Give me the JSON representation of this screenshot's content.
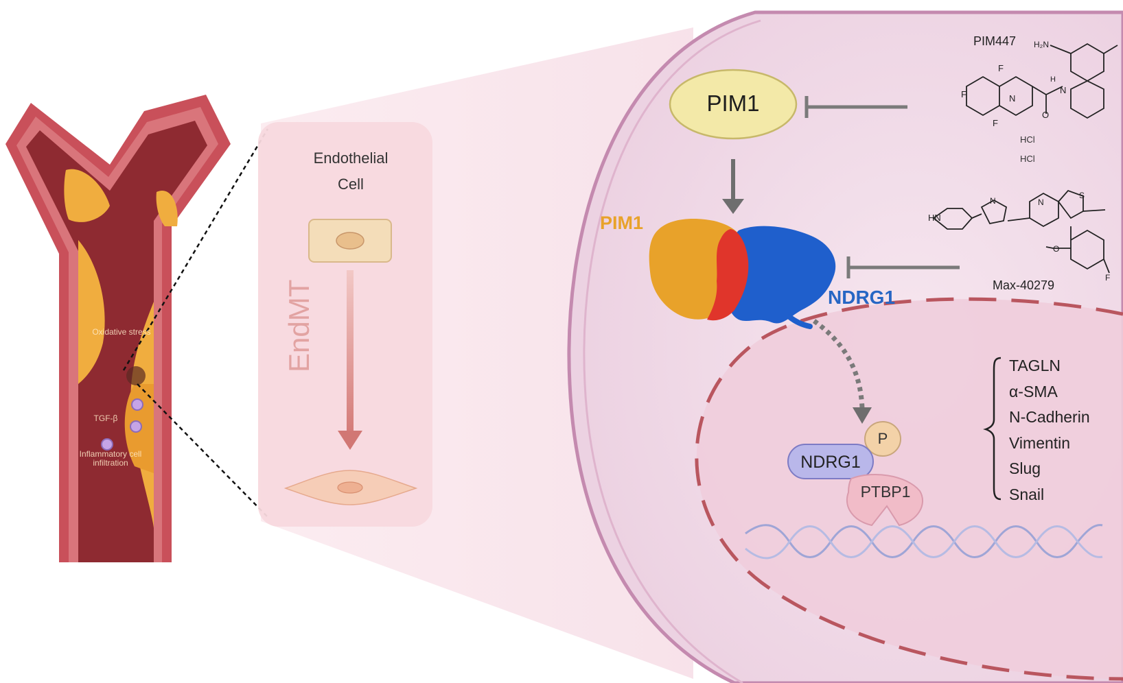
{
  "vessel": {
    "label_oxidative": "Oxidative stress",
    "label_tgf": "TGF-β",
    "label_inflammatory": "Inflammatory cell infiltration"
  },
  "panel": {
    "title_line1": "Endothelial",
    "title_line2": "Cell",
    "process": "EndMT"
  },
  "cell": {
    "pim1_node": "PIM1",
    "pim1_protein": "PIM1",
    "ndrg1_protein": "NDRG1",
    "nucleus": {
      "ndrg1": "NDRG1",
      "p": "P",
      "ptbp1": "PTBP1",
      "genes": [
        "TAGLN",
        "α-SMA",
        "N-Cadherin",
        "Vimentin",
        "Slug",
        "Snail"
      ]
    }
  },
  "drugs": {
    "pim447": "PIM447",
    "pim447_salt1": "HCl",
    "pim447_salt2": "HCl",
    "max40279": "Max-40279",
    "atoms": {
      "h2n": "H₂N",
      "f1": "F",
      "f2": "F",
      "f3": "F",
      "n1": "N",
      "n2": "N",
      "o1": "O",
      "h1": "H",
      "hn": "HN",
      "n3": "N",
      "n4": "N",
      "s1": "S",
      "o2": "O",
      "f4": "F"
    }
  },
  "colors": {
    "pim1_node": "#f3e9a8",
    "pim1_protein": "#e8a22a",
    "ndrg1_protein": "#1f5fcc",
    "interface": "#e0352b",
    "ndrg1_node": "#b9b7ea",
    "ptbp1_node": "#f1bcc8",
    "p_node": "#f3d2a8",
    "cell_fill": "#f2dcea",
    "nucleus_fill": "#f0c9d7"
  }
}
